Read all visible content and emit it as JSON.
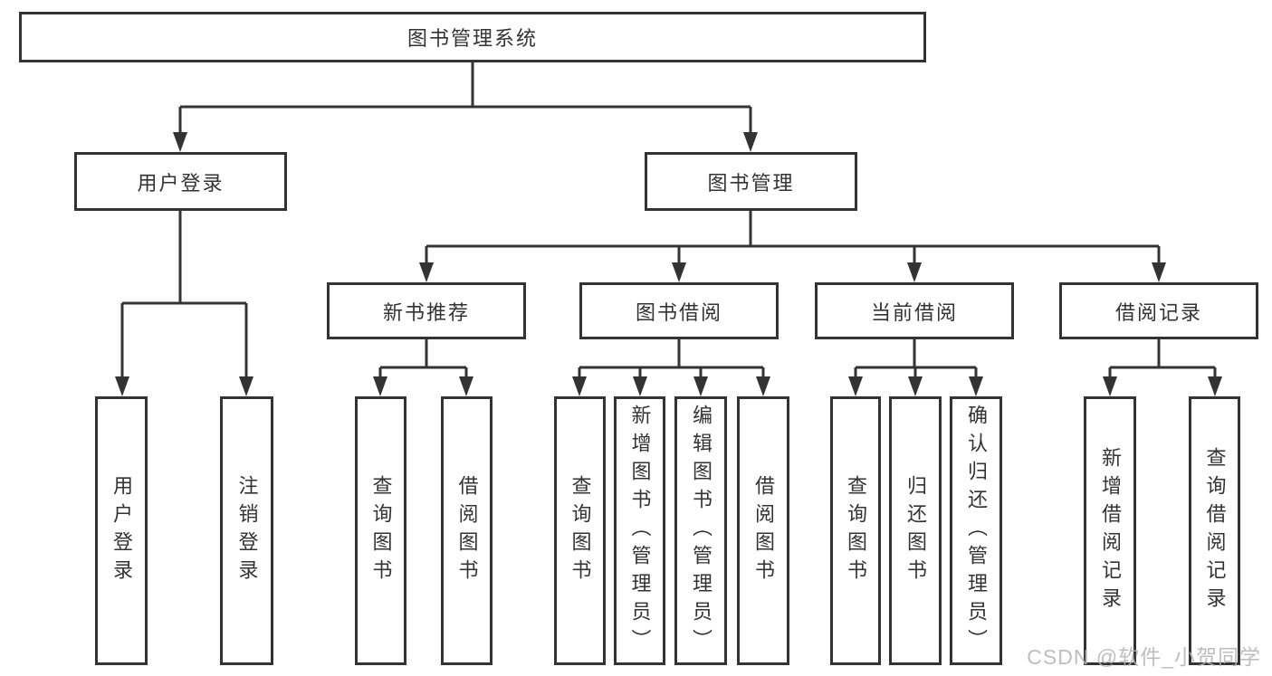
{
  "tree": {
    "label": "图书管理系统",
    "children": [
      {
        "label": "用户登录",
        "children": [
          {
            "label": "用户登录"
          },
          {
            "label": "注销登录"
          }
        ]
      },
      {
        "label": "图书管理",
        "children": [
          {
            "label": "新书推荐",
            "children": [
              {
                "label": "查询图书"
              },
              {
                "label": "借阅图书"
              }
            ]
          },
          {
            "label": "图书借阅",
            "children": [
              {
                "label": "查询图书"
              },
              {
                "label": "新增图书（管理员）"
              },
              {
                "label": "编辑图书（管理员）"
              },
              {
                "label": "借阅图书"
              }
            ]
          },
          {
            "label": "当前借阅",
            "children": [
              {
                "label": "查询图书"
              },
              {
                "label": "归还图书"
              },
              {
                "label": "确认归还（管理员）"
              }
            ]
          },
          {
            "label": "借阅记录",
            "children": [
              {
                "label": "新增借阅记录"
              },
              {
                "label": "查询借阅记录"
              }
            ]
          }
        ]
      }
    ]
  },
  "watermark": "CSDN @软件_小贺同学",
  "colors": {
    "line": "#333333",
    "text": "#333333",
    "watermark": "#b3b3b3",
    "background": "#ffffff"
  }
}
